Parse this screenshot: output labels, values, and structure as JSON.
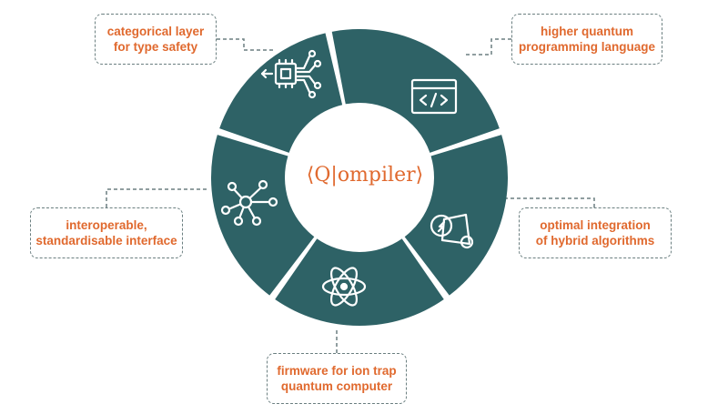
{
  "center_title": "⟨Q|ompiler⟩",
  "colors": {
    "segment": "#2e6266",
    "accent": "#e0692e",
    "connector": "#6b7f80",
    "icon_stroke": "#ffffff"
  },
  "segments": [
    {
      "label": "categorical layer\nfor type safety",
      "icon": "chip-network-icon"
    },
    {
      "label": "higher quantum\nprogramming language",
      "icon": "code-window-icon"
    },
    {
      "label": "optimal integration\nof hybrid algorithms",
      "icon": "belt-drive-icon"
    },
    {
      "label": "firmware for ion trap\nquantum computer",
      "icon": "atom-icon"
    },
    {
      "label": "interoperable,\nstandardisable interface",
      "icon": "hub-network-icon"
    }
  ]
}
